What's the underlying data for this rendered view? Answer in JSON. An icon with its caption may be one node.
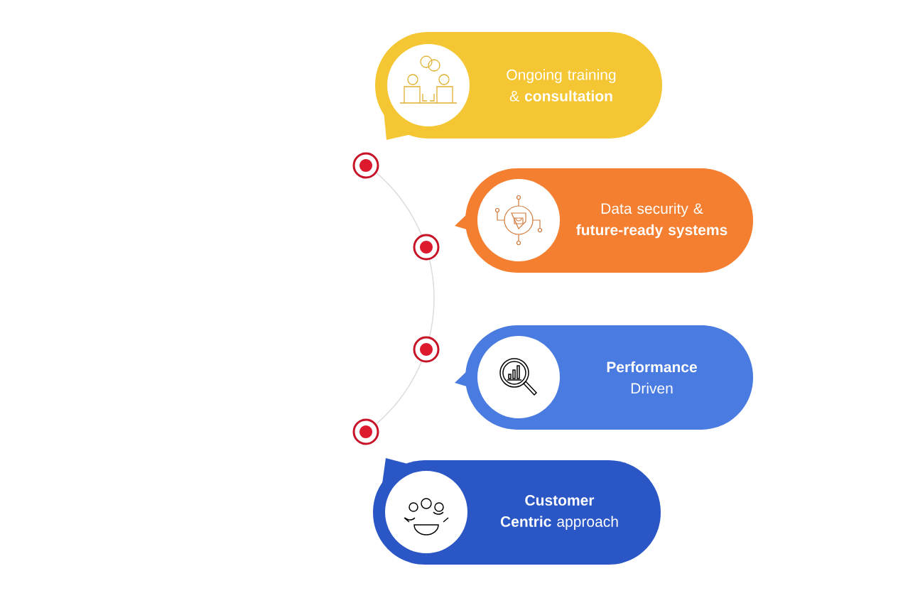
{
  "diagram": {
    "nodes": [
      {
        "text": [
          "Ongoing training & **consultation**"
        ]
      },
      {
        "text": [
          "Data security & **future-ready systems**"
        ]
      },
      {
        "text": [
          "**Performance** Driven"
        ]
      },
      {
        "text": [
          "**Customer Centric** approach"
        ]
      }
    ]
  }
}
